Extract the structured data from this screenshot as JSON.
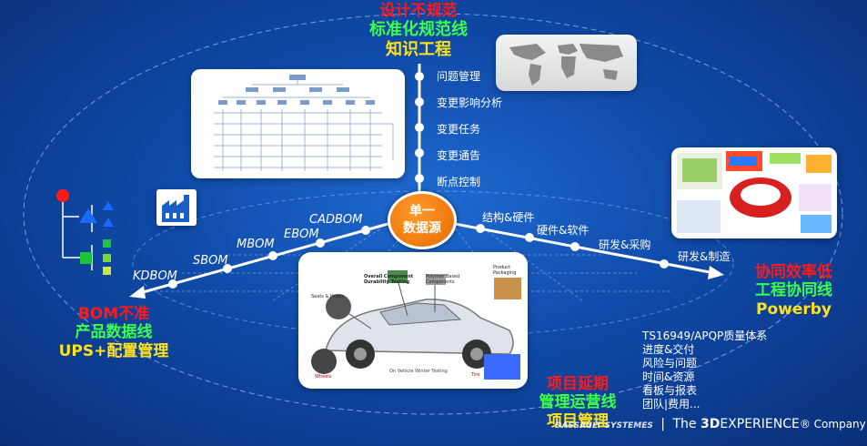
{
  "top_text": {
    "line1": "设计不规范",
    "line2": "标准化规范线",
    "line3": "知识工程"
  },
  "left_text": {
    "line1": "BOM不准",
    "line2": "产品数据线",
    "line3": "UPS+配置管理"
  },
  "right_text": {
    "line1": "协同效率低",
    "line2": "工程协同线",
    "line3": "Powerby"
  },
  "bottom_text": {
    "line1": "项目延期",
    "line2": "管理运营线",
    "line3": "项目管理"
  },
  "hub": {
    "line1": "单一",
    "line2": "数据源"
  },
  "vertical_items": [
    "问题管理",
    "变更影响分析",
    "变更任务",
    "变更通告",
    "断点控制"
  ],
  "bom_items": [
    "KDBOM",
    "SBOM",
    "MBOM",
    "EBOM",
    "CADBOM"
  ],
  "right_branch_items": [
    "结构&硬件",
    "硬件&软件",
    "研发&采购",
    "研发&制造"
  ],
  "project_items": [
    "TS16949/APQP质量体系",
    "进度&交付",
    "风险与问题",
    "时间&资源",
    "看板与报表",
    "团队|费用..."
  ],
  "car_labels": [
    "Overall Component Durability Testing",
    "Polymer Based Components",
    "Product Packaging",
    "Seats & Hoses",
    "Wheels",
    "On Vehicle  Winter Testing",
    "Tire"
  ],
  "footer": {
    "brand": "DASSAULT SYSTEMES",
    "sep": "|",
    "the": "The",
    "brand_3d": "3D",
    "experience": "EXPERIENCE",
    "suffix": "® Company"
  },
  "colors": {
    "red": "#ff1a1a",
    "green": "#3dff4a",
    "yellow": "#ffe21a",
    "hub": "#f07a0a",
    "bg": "#0f4aa8"
  }
}
